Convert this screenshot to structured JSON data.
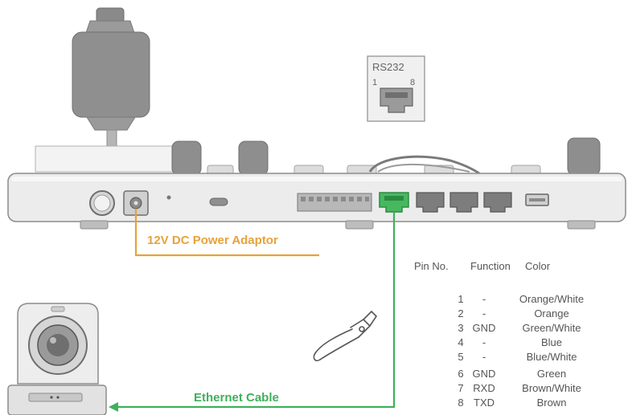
{
  "colors": {
    "power_line": "#e7a23a",
    "ethernet_line": "#3fb05a",
    "device_body": "#e6e6e6",
    "device_outline": "#8c8c8c",
    "port_fill": "#7d7d7d",
    "text": "#555555"
  },
  "rs232": {
    "title": "RS232",
    "pin_left": "1",
    "pin_right": "8"
  },
  "labels": {
    "power": "12V DC Power Adaptor",
    "ethernet": "Ethernet Cable"
  },
  "pin_table": {
    "headers": [
      "Pin No.",
      "Function",
      "Color"
    ],
    "rows": [
      {
        "pin": "1",
        "function": "-",
        "color": "Orange/White"
      },
      {
        "pin": "2",
        "function": "-",
        "color": "Orange"
      },
      {
        "pin": "3",
        "function": "GND",
        "color": "Green/White"
      },
      {
        "pin": "4",
        "function": "-",
        "color": "Blue"
      },
      {
        "pin": "5",
        "function": "-",
        "color": "Blue/White"
      },
      {
        "pin": "6",
        "function": "GND",
        "color": "Green"
      },
      {
        "pin": "7",
        "function": "RXD",
        "color": "Brown/White"
      },
      {
        "pin": "8",
        "function": "TXD",
        "color": "Brown"
      }
    ]
  },
  "icons": [
    "joystick-icon",
    "rs232-port-icon",
    "controller-rear-panel",
    "ptz-camera-icon",
    "crimping-tool-icon",
    "arrow-left-icon"
  ]
}
